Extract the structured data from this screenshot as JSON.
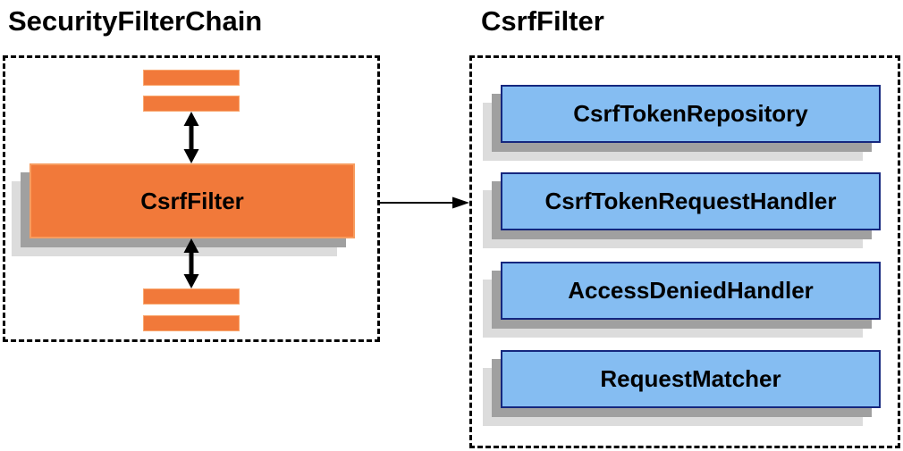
{
  "left_panel": {
    "title": "SecurityFilterChain",
    "filter_label": "CsrfFilter",
    "placeholder_bars": 4
  },
  "right_panel": {
    "title": "CsrfFilter",
    "components": [
      {
        "label": "CsrfTokenRepository"
      },
      {
        "label": "CsrfTokenRequestHandler"
      },
      {
        "label": "AccessDeniedHandler"
      },
      {
        "label": "RequestMatcher"
      }
    ]
  },
  "icons": {
    "bidirectional_arrow": "up-down-arrow-icon",
    "flow_arrow": "right-arrow-icon"
  },
  "colors": {
    "orange_fill": "#F1793A",
    "orange_border": "#F79C5F",
    "blue_fill": "#85BDF2",
    "blue_border": "#15277E",
    "shadow_dark": "#A0A0A0",
    "shadow_light": "#DCDCDC",
    "line": "#000000",
    "title_text": "#000000"
  }
}
